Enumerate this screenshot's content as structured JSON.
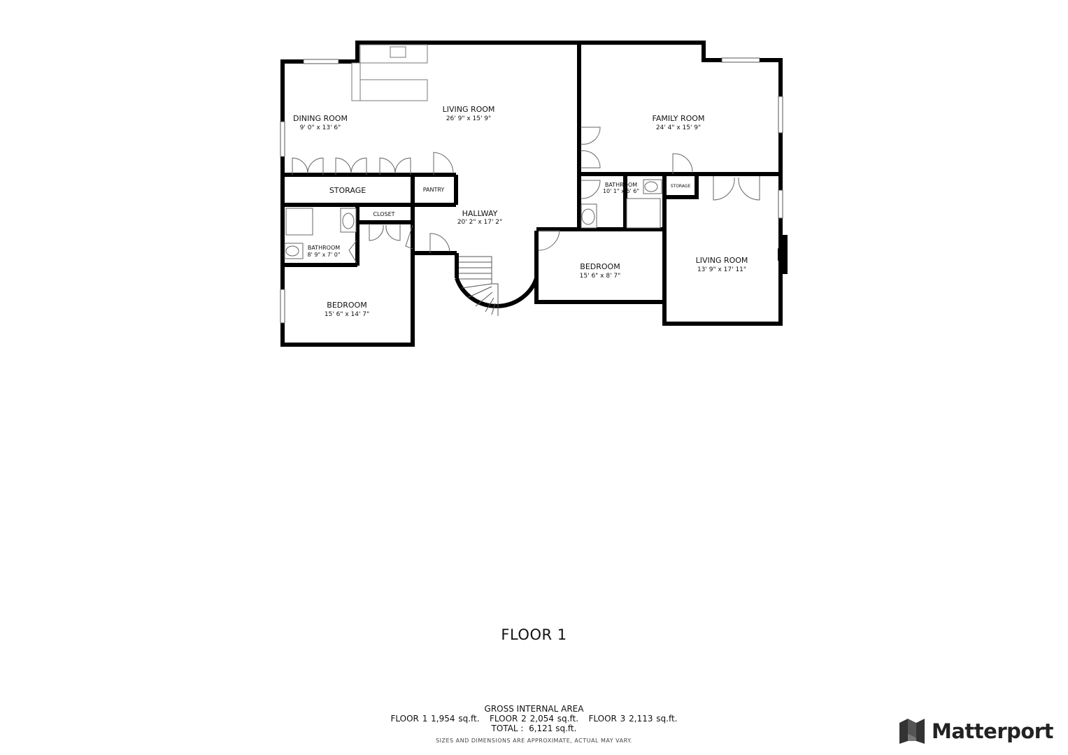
{
  "floor_title": "FLOOR 1",
  "rooms": [
    {
      "id": "dining-room",
      "name": "DINING ROOM",
      "dims": "9' 0\" x 13' 6\""
    },
    {
      "id": "living-room-main",
      "name": "LIVING ROOM",
      "dims": "26' 9\" x 15' 9\""
    },
    {
      "id": "family-room",
      "name": "FAMILY ROOM",
      "dims": "24' 4\" x 15' 9\""
    },
    {
      "id": "storage",
      "name": "STORAGE",
      "dims": ""
    },
    {
      "id": "pantry",
      "name": "PANTRY",
      "dims": ""
    },
    {
      "id": "closet",
      "name": "CLOSET",
      "dims": ""
    },
    {
      "id": "hallway",
      "name": "HALLWAY",
      "dims": "20' 2\" x 17' 2\""
    },
    {
      "id": "bathroom-west",
      "name": "BATHROOM",
      "dims": "8' 9\" x 7' 0\""
    },
    {
      "id": "bedroom-west",
      "name": "BEDROOM",
      "dims": "15' 6\" x 14' 7\""
    },
    {
      "id": "bathroom-east",
      "name": "BATHROOM",
      "dims": "10' 1\" x 6' 6\""
    },
    {
      "id": "storage-east",
      "name": "STORAGE",
      "dims": ""
    },
    {
      "id": "bedroom-east",
      "name": "BEDROOM",
      "dims": "15' 6\" x 8' 7\""
    },
    {
      "id": "living-room-east",
      "name": "LIVING ROOM",
      "dims": "13' 9\" x 17' 11\""
    }
  ],
  "gross_area": {
    "title": "GROSS INTERNAL AREA",
    "floors_line": "FLOOR 1 1,954 sq.ft.   FLOOR 2 2,054 sq.ft.   FLOOR 3 2,113 sq.ft.",
    "total_line": "TOTAL :  6,121 sq.ft.",
    "disclaimer": "SIZES AND DIMENSIONS ARE APPROXIMATE, ACTUAL MAY VARY."
  },
  "brand": {
    "name": "Matterport",
    "icon": "matterport-logo-icon"
  }
}
